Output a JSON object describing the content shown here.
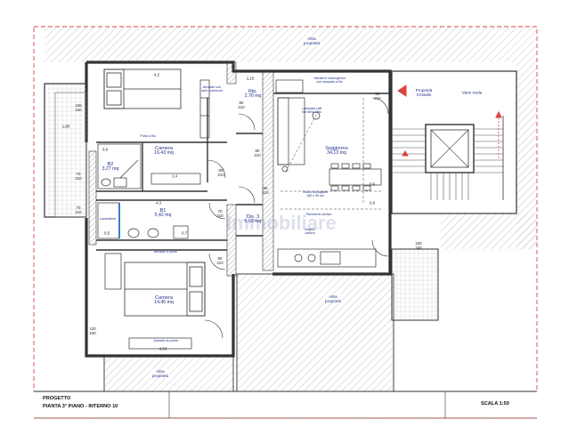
{
  "title_block": {
    "line1": "PROGETTO",
    "line2": "PIANTA 3° PIANO - INTERNO 10",
    "scale": "SCALA 1:50"
  },
  "exterior_labels": {
    "top": "Altra\nproprietà",
    "center_bottom": "Altra\nproprietà",
    "bottom_left": "Altra\nproprietà",
    "owner_right": "Proprietà\nCristallo",
    "stairs": "Vano scala"
  },
  "rooms": [
    {
      "id": "camera-1",
      "name": "Camera",
      "area": "16,43 mq"
    },
    {
      "id": "bagno-1",
      "name": "B2",
      "area": "3,27 mq"
    },
    {
      "id": "bagno-2",
      "name": "B1",
      "area": "5,42 mq"
    },
    {
      "id": "ripostiglio",
      "name": "Rip.",
      "area": "2,76 mq"
    },
    {
      "id": "soggiorno",
      "name": "Soggiorno",
      "area": "34,13 mq"
    },
    {
      "id": "disimpegno",
      "name": "Dis. 3",
      "area": "5,63 mq"
    },
    {
      "id": "camera-2",
      "name": "Camera",
      "area": "14,45 mq"
    }
  ],
  "dimensions": {
    "top_bed_w": "4,2",
    "rip_w": "1,16",
    "balcony_h": "165\n240",
    "balcony_w": "1,80",
    "wc_w": "1,4",
    "door_h1": "80\n210",
    "door_h2": "80\n210",
    "door_h3": "80\n210",
    "door_h4": "80\n210",
    "door_h5": "70\n210",
    "door_h6": "70\n210",
    "door_h7": "70\n210",
    "door_h8": "80\n210",
    "window_h1": "80\n210",
    "window_h2": "165\n240",
    "window_h3": "120\n240",
    "bagno_w": "4,3",
    "living_small": "0,9",
    "living_small2": "0,9",
    "small_1": "0,6",
    "bottom_bed_w": "4,54",
    "small_2": "0,5",
    "small_3": "0,7"
  },
  "notes": {
    "n1": "Armadio con\nante scorrevoli",
    "n2": "Porta a filo",
    "n3": "Vetrata in cartongesso\ncon lampada a filo",
    "n4": "Lampada con\nfori della Flos",
    "n5": "Tavolo allungabile\n180 x 90 cm",
    "n6": "Pavimento vinilico",
    "n7": "Angolo\ncottura",
    "n8": "Armadio a ponte",
    "n9": "Armadio su porta",
    "n10": "Lavanderia"
  },
  "watermark": "Immobiliare"
}
